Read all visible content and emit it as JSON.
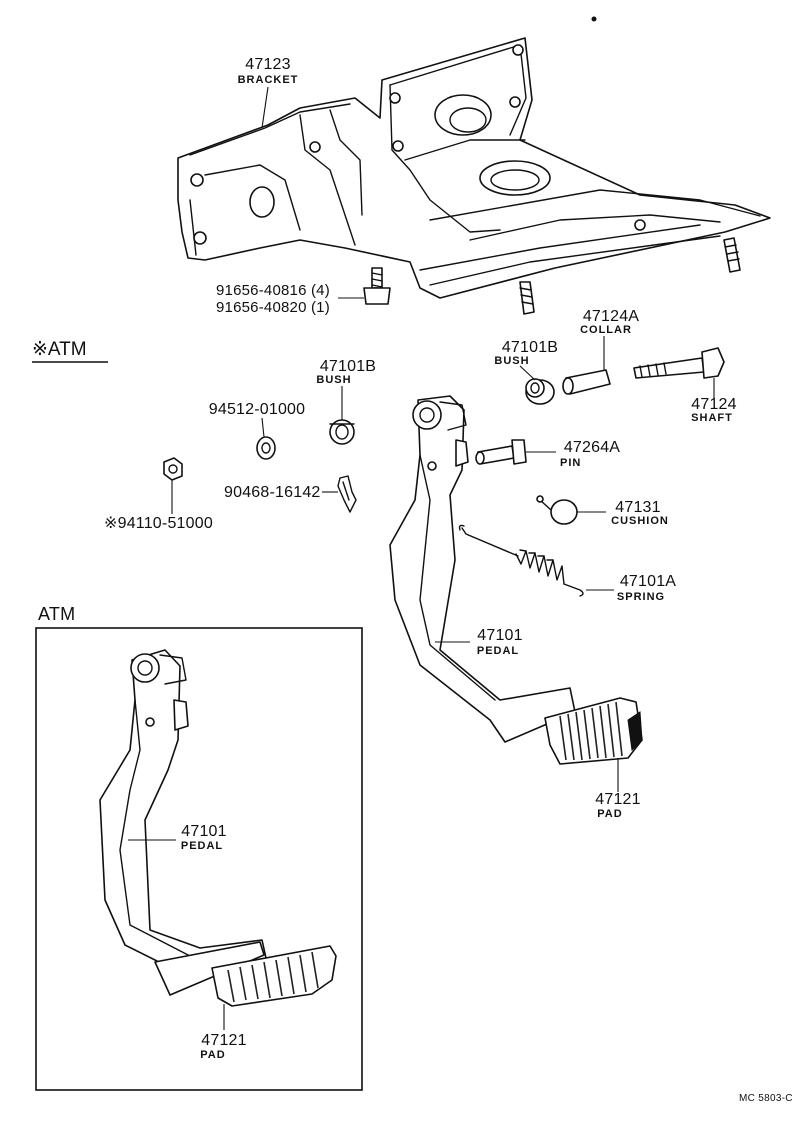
{
  "header": {
    "atm_marked": "※ATM"
  },
  "inset": {
    "title": "ATM"
  },
  "parts": {
    "bracket": {
      "number": "47123",
      "name": "BRACKET"
    },
    "bolts": {
      "line1": "91656-40816 (4)",
      "line2": "91656-40820 (1)"
    },
    "collar": {
      "number": "47124A",
      "name": "COLLAR"
    },
    "bush_right": {
      "number": "47101B",
      "name": "BUSH"
    },
    "bush_left": {
      "number": "47101B",
      "name": "BUSH"
    },
    "shaft": {
      "number": "47124",
      "name": "SHAFT"
    },
    "washer": {
      "number": "94512-01000"
    },
    "pin": {
      "number": "47264A",
      "name": "PIN"
    },
    "clip": {
      "number": "90468-16142"
    },
    "nut": {
      "number": "※94110-51000"
    },
    "cushion": {
      "number": "47131",
      "name": "CUSHION"
    },
    "spring": {
      "number": "47101A",
      "name": "SPRING"
    },
    "pedal_main": {
      "number": "47101",
      "name": "PEDAL"
    },
    "pad_main": {
      "number": "47121",
      "name": "PAD"
    },
    "pedal_atm": {
      "number": "47101",
      "name": "PEDAL"
    },
    "pad_atm": {
      "number": "47121",
      "name": "PAD"
    }
  },
  "footer": {
    "code": "MC 5803-C"
  }
}
